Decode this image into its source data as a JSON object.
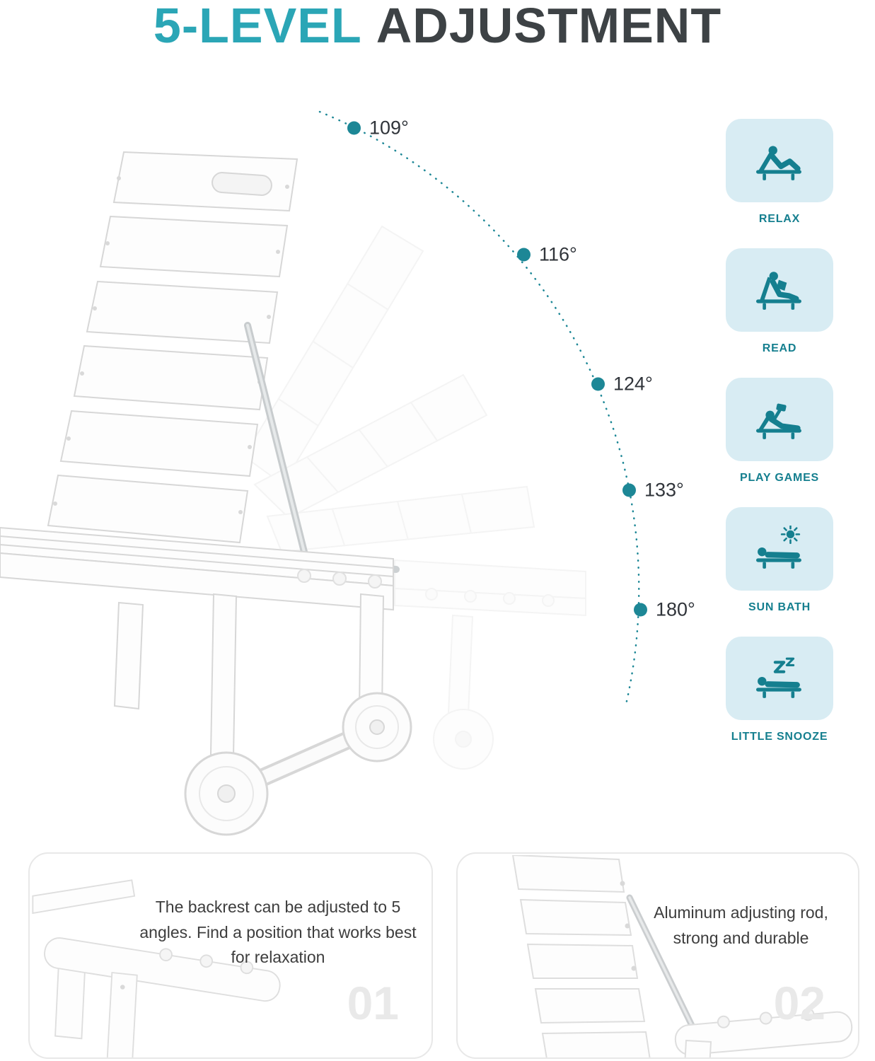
{
  "colors": {
    "accent_teal": "#157f8f",
    "title_accent": "#2ba6b6",
    "title_text": "#3d4245",
    "tile_background": "#d8ecf3",
    "angle_dot": "#1d8796",
    "body_text": "#3d3d3d",
    "number_gray": "#e9e9e9"
  },
  "title": {
    "accent": "5-LEVEL",
    "rest": "ADJUSTMENT"
  },
  "angles": [
    {
      "label": "109°"
    },
    {
      "label": "116°"
    },
    {
      "label": "124°"
    },
    {
      "label": "133°"
    },
    {
      "label": "180°"
    }
  ],
  "features": [
    {
      "icon": "relax-icon",
      "label": "RELAX"
    },
    {
      "icon": "read-icon",
      "label": "READ"
    },
    {
      "icon": "play-games-icon",
      "label": "PLAY GAMES"
    },
    {
      "icon": "sun-bath-icon",
      "label": "SUN BATH"
    },
    {
      "icon": "little-snooze-icon",
      "label": "LITTLE SNOOZE"
    }
  ],
  "cards": [
    {
      "text": "The backrest can be adjusted to 5 angles. Find a position that works best for relaxation",
      "number": "01"
    },
    {
      "text": "Aluminum adjusting rod, strong and durable",
      "number": "02"
    }
  ]
}
